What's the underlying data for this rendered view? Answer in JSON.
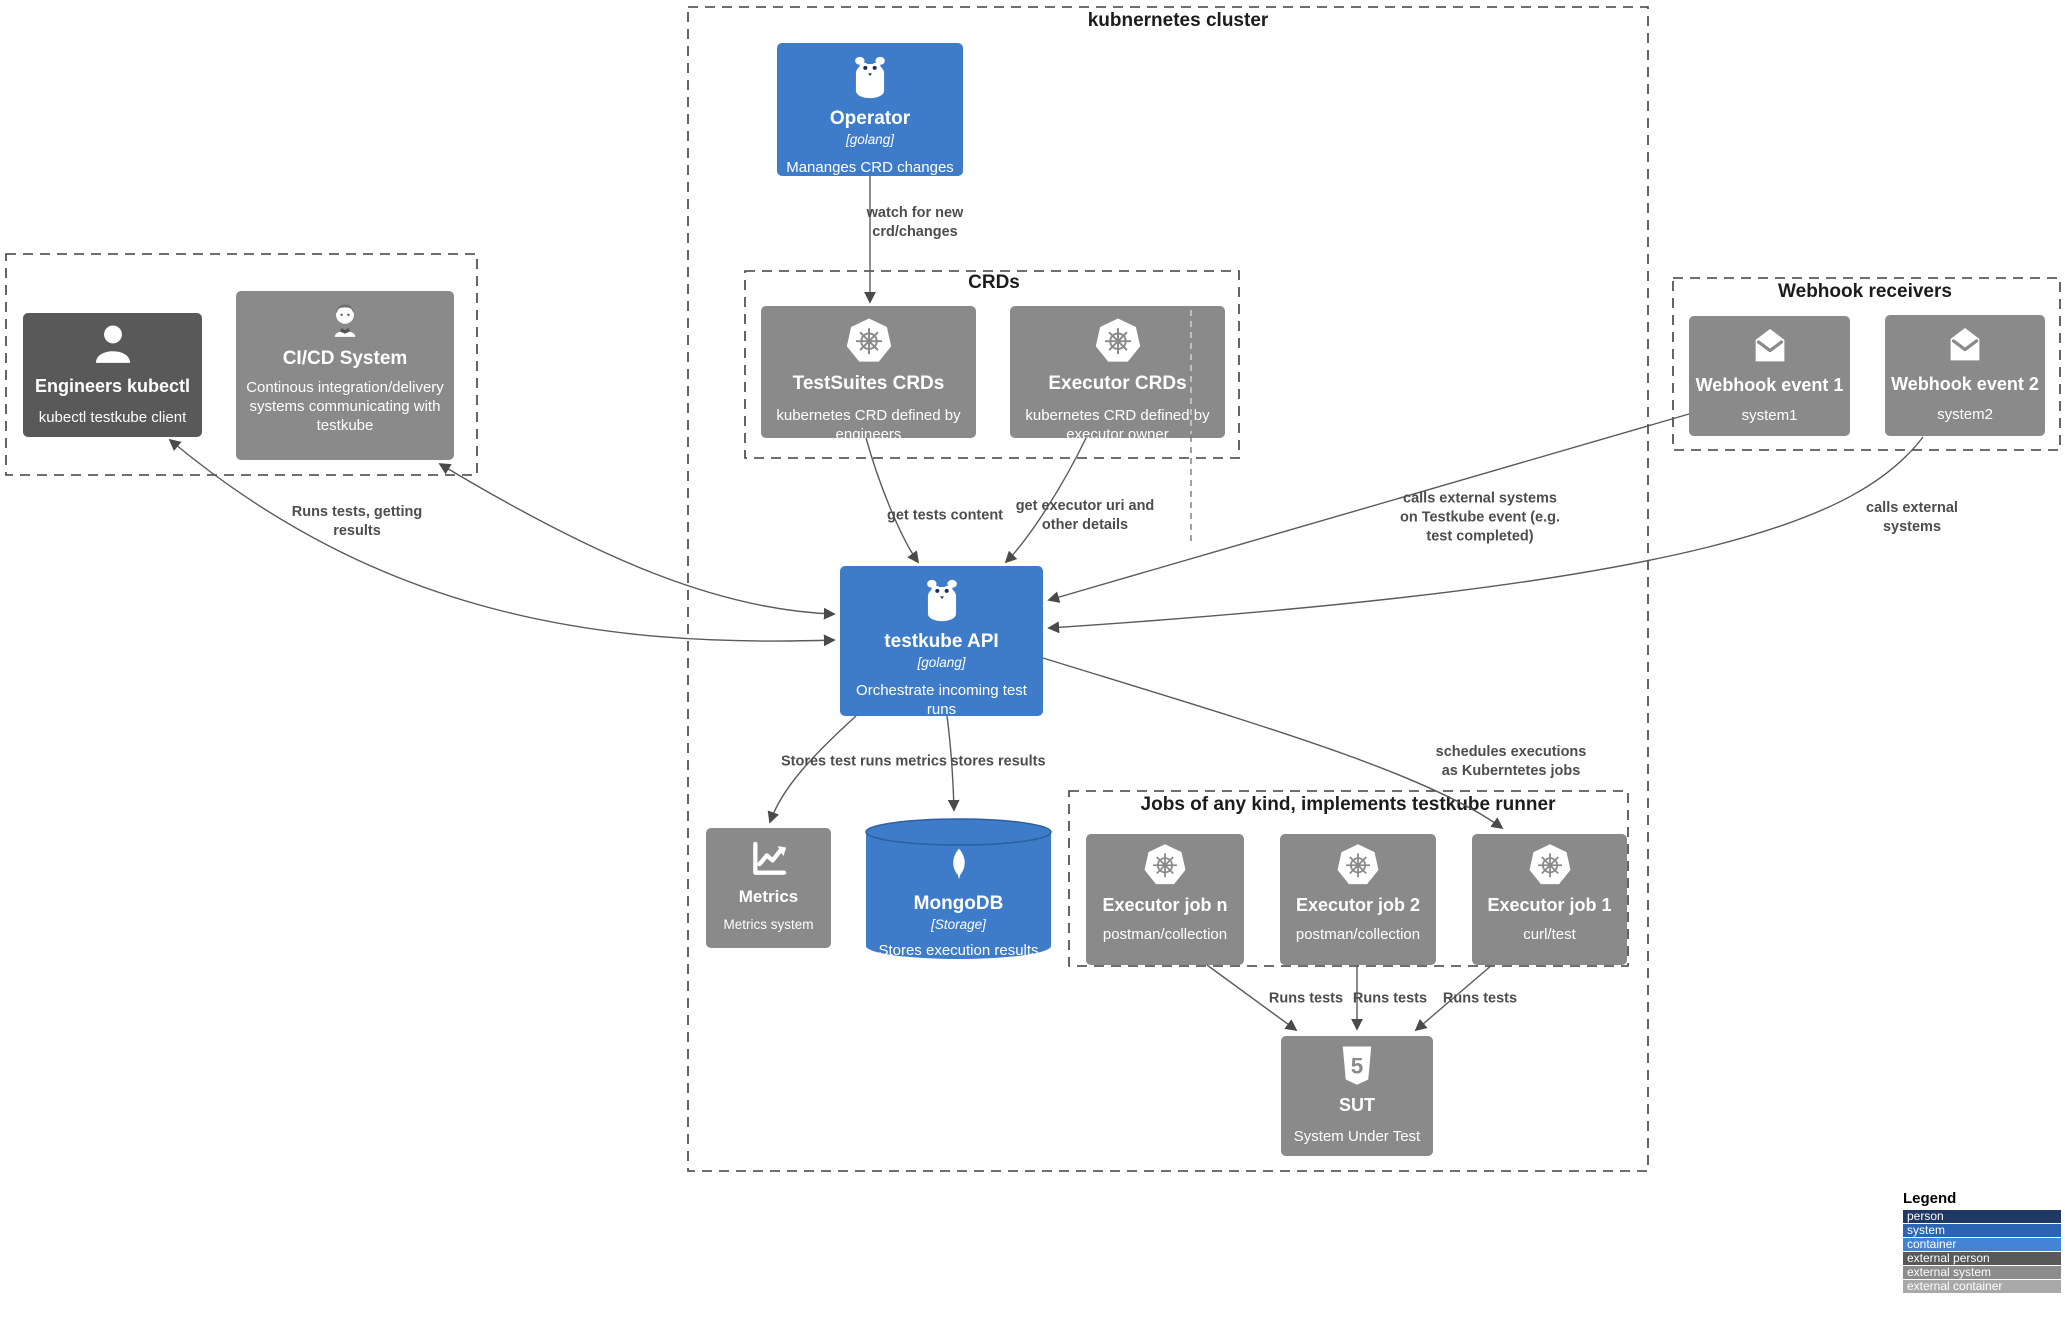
{
  "diagram": {
    "boundaries": {
      "k8s_cluster": "kubnernetes cluster",
      "crds": "CRDs",
      "webhook_receivers": "Webhook receivers",
      "jobs": "Jobs of any kind, implements testkube runner"
    },
    "nodes": {
      "operator": {
        "title": "Operator",
        "tech": "[golang]",
        "desc": "Mananges CRD changes"
      },
      "testsuites_crds": {
        "title": "TestSuites CRDs",
        "desc": "kubernetes CRD defined by engineers"
      },
      "executor_crds": {
        "title": "Executor CRDs",
        "desc": "kubernetes CRD defined by executor owner"
      },
      "engineers_kubectl": {
        "title": "Engineers kubectl",
        "desc": "kubectl testkube client"
      },
      "cicd_system": {
        "title": "CI/CD System",
        "desc": "Continous integration/delivery systems communicating with testkube"
      },
      "webhook_event_1": {
        "title": "Webhook event 1",
        "desc": "system1"
      },
      "webhook_event_2": {
        "title": "Webhook event 2",
        "desc": "system2"
      },
      "testkube_api": {
        "title": "testkube API",
        "tech": "[golang]",
        "desc": "Orchestrate incoming test runs"
      },
      "metrics": {
        "title": "Metrics",
        "desc": "Metrics system"
      },
      "mongodb": {
        "title": "MongoDB",
        "tech": "[Storage]",
        "desc": "Stores execution results"
      },
      "executor_job_n": {
        "title": "Executor job n",
        "desc": "postman/collection"
      },
      "executor_job_2": {
        "title": "Executor job 2",
        "desc": "postman/collection"
      },
      "executor_job_1": {
        "title": "Executor job 1",
        "desc": "curl/test"
      },
      "sut": {
        "title": "SUT",
        "desc": "System Under Test"
      }
    },
    "edge_labels": {
      "watch_for_new_crd": "watch for new\ncrd/changes",
      "get_tests_content": "get tests content",
      "get_executor_uri": "get executor uri and\nother details",
      "runs_tests_getting_results": "Runs tests, getting\nresults",
      "calls_external_on_event": "calls external systems\non Testkube event (e.g.\ntest completed)",
      "calls_external_systems": "calls external systems",
      "stores_test_runs_metrics": "Stores test runs metrics",
      "stores_results": "stores results",
      "schedules_executions": "schedules executions\nas Kuberntetes jobs",
      "runs_tests": "Runs tests"
    }
  },
  "legend": {
    "title": "Legend",
    "items": [
      {
        "label": "person",
        "color": "#1f3864"
      },
      {
        "label": "system",
        "color": "#2a64b2"
      },
      {
        "label": "container",
        "color": "#4484d6"
      },
      {
        "label": "external person",
        "color": "#595959"
      },
      {
        "label": "external system",
        "color": "#8c8c8c"
      },
      {
        "label": "external container",
        "color": "#a9a9a9"
      }
    ]
  },
  "colors": {
    "container_blue": "#3E7CC9",
    "external_system_gray": "#8A8A8A",
    "external_person_gray": "#595959",
    "edge": "#555555",
    "label_text": "#4d4d4d"
  }
}
